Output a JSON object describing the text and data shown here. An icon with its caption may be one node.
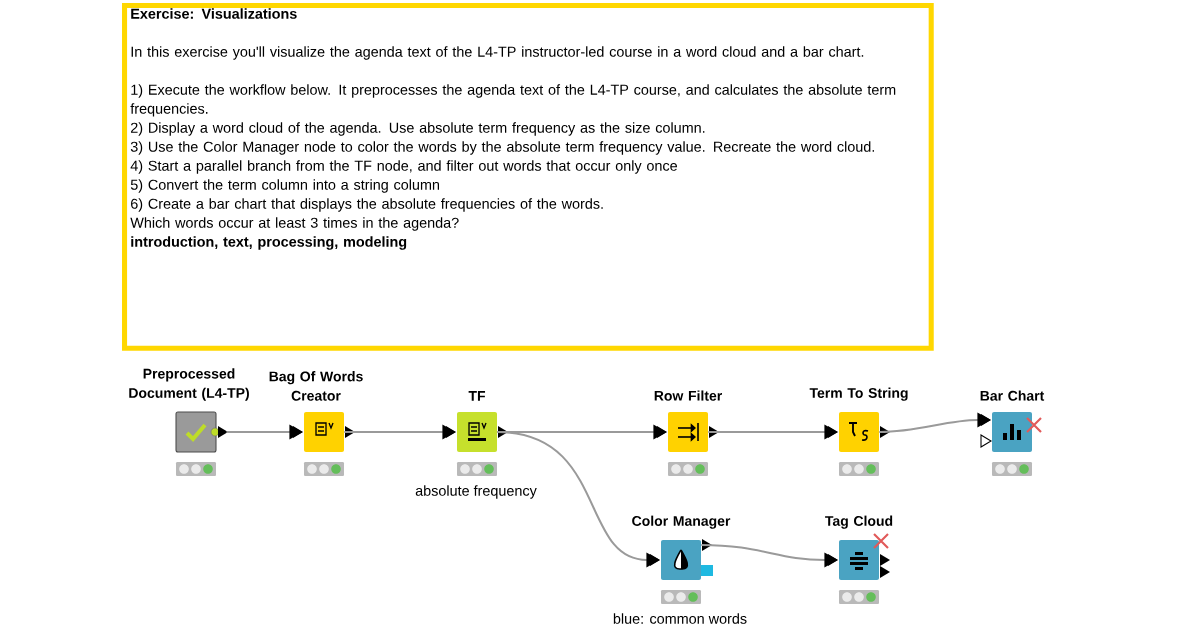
{
  "diagram": {
    "nodes": [
      {
        "text": [
          "Exercise: Visualizations",
          "In this exercise you'll visualize the agenda text of the L4-TP instructor-led course in a word cloud and a bar chart.",
          "1) Execute the workflow below. It preprocesses the agenda text of the L4-TP course, and calculates the absolute term frequencies.",
          "2) Display a word cloud of the agenda. Use absolute term frequency as the size column.",
          "3) Use the Color Manager node to color the words by the absolute term frequency value. Recreate the word cloud.",
          "4) Start a parallel branch from the TF node, and filter out words that occur only once",
          "5) Convert the term column into a string column",
          "6) Create a bar chart that displays the absolute frequencies of the words.",
          "Which words occur at least 3 times in the agenda?",
          "introduction, text, processing, modeling"
        ]
      },
      {
        "text": [
          "Preprocessed Document (L4-TP)"
        ]
      },
      {
        "text": [
          "Bag Of Words Creator"
        ]
      },
      {
        "text": [
          "TF"
        ],
        "beside": [
          "absolute frequency"
        ]
      },
      {
        "text": [
          "Row Filter"
        ]
      },
      {
        "text": [
          "Term To String"
        ]
      },
      {
        "text": [
          "Bar Chart"
        ]
      },
      {
        "text": [
          "Color Manager"
        ],
        "beside": [
          "blue: common words"
        ]
      },
      {
        "text": [
          "Tag Cloud"
        ]
      }
    ],
    "edges": [
      {
        "from": 1,
        "to": 2,
        "arrow": "to"
      },
      {
        "from": 2,
        "to": 3,
        "arrow": "to"
      },
      {
        "from": 3,
        "to": 4,
        "arrow": "to"
      },
      {
        "from": 3,
        "to": 7,
        "arrow": "to"
      },
      {
        "from": 4,
        "to": 5,
        "arrow": "to"
      },
      {
        "from": 5,
        "to": 6,
        "arrow": "to"
      },
      {
        "from": 7,
        "to": 8,
        "arrow": "to"
      }
    ]
  }
}
